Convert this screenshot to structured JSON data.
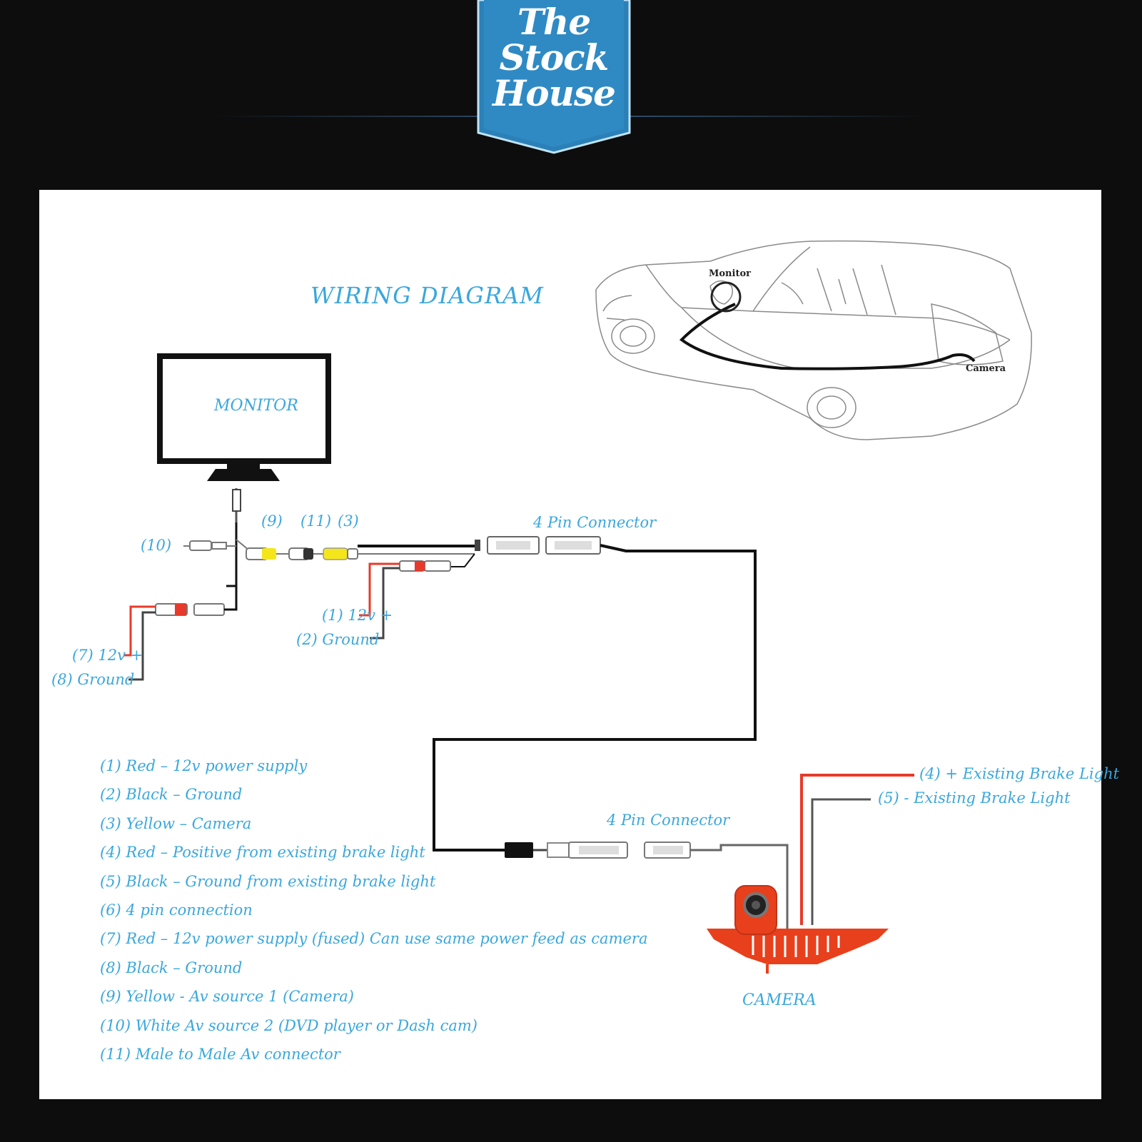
{
  "logo": {
    "text": "The Stock House"
  },
  "diagram": {
    "title": "WIRING DIAGRAM",
    "monitor_label": "MONITOR",
    "camera_label": "CAMERA",
    "connector_top_label": "4 Pin Connector",
    "connector_bottom_label": "4 Pin Connector",
    "callouts": {
      "c9": "(9)",
      "c11": "(11)",
      "c3": "(3)",
      "c10": "(10)",
      "c1": "(1) 12v +",
      "c2": "(2) Ground",
      "c7": "(7) 12v +",
      "c8": "(8) Ground",
      "c4": "(4) + Existing Brake Light",
      "c5": "(5) - Existing Brake Light"
    },
    "car_image": {
      "monitor_label": "Monitor",
      "camera_label": "Camera"
    }
  },
  "legend": [
    "(1) Red – 12v power supply",
    "(2) Black – Ground",
    "(3) Yellow – Camera",
    "(4) Red – Positive from existing brake light",
    "(5) Black – Ground from existing brake light",
    "(6) 4 pin connection",
    "(7) Red – 12v power supply (fused) Can use same power feed as camera",
    "(8)  Black – Ground",
    "(9) Yellow - Av source 1 (Camera)",
    "(10) White Av source 2 (DVD player or Dash cam)",
    "(11) Male to Male Av connector"
  ],
  "colors": {
    "background": "#0d0d0d",
    "badge": "#2f86bd",
    "label_blue": "#3aa7dc",
    "wire_red": "#e83a2a",
    "wire_black": "#222222",
    "plug_yellow": "#f4e61a",
    "camera_red": "#e8401c"
  }
}
